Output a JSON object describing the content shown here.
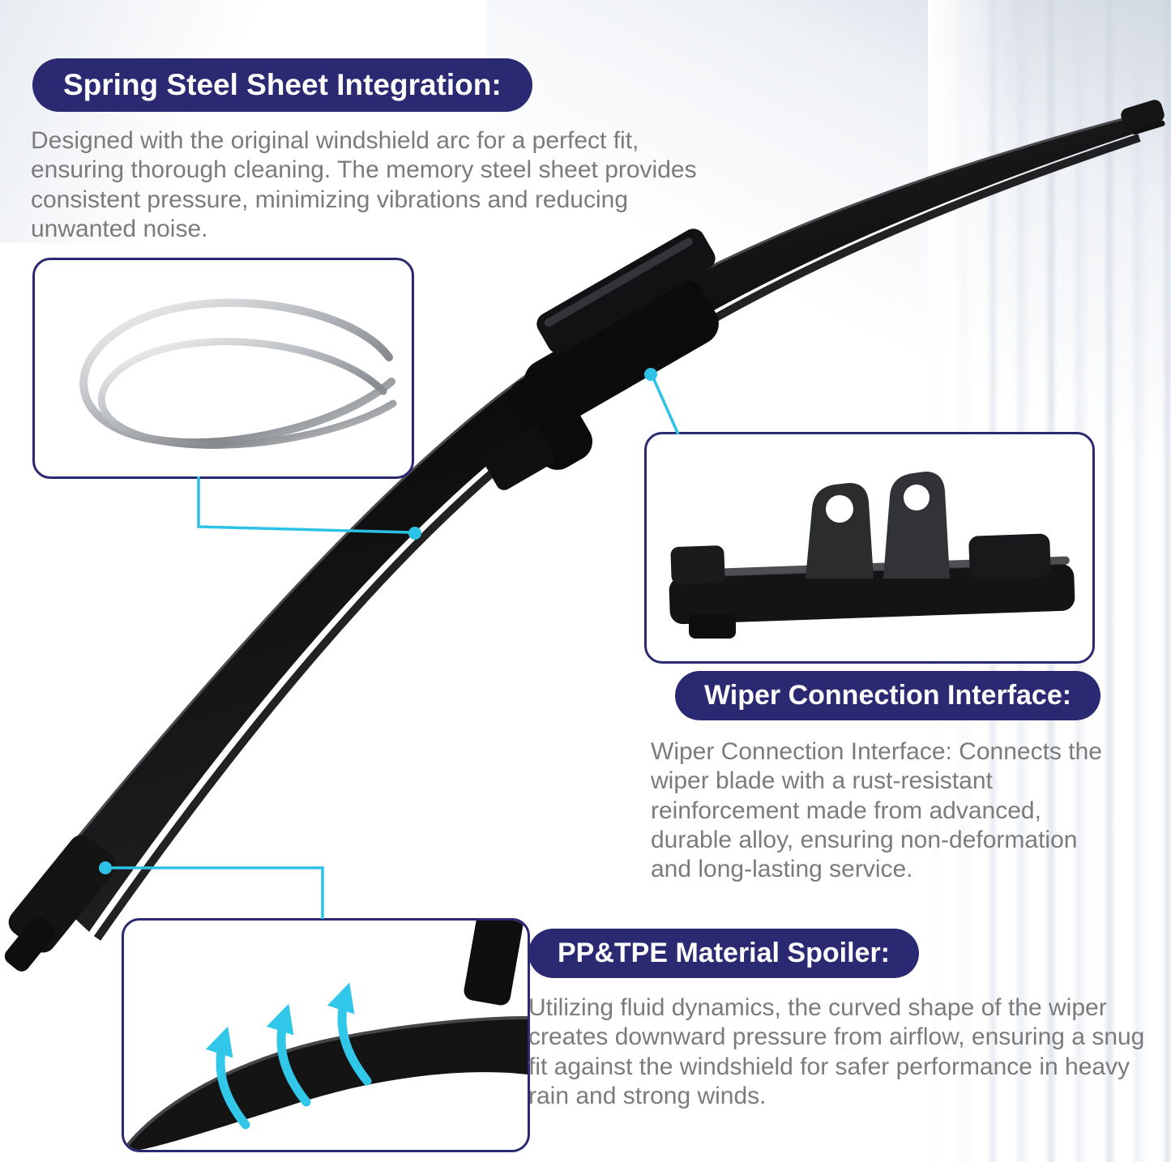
{
  "palette": {
    "navy": "#2c2973",
    "cyan": "#2cc2e6",
    "text_gray": "#7b7b7b",
    "blade_black": "#141415"
  },
  "callouts": {
    "spring_steel": {
      "title": "Spring Steel Sheet Integration:",
      "body": "Designed with the original windshield arc for a perfect fit, ensuring thorough cleaning. The memory steel sheet provides consistent pressure, minimizing vibrations and reducing unwanted noise."
    },
    "connection_interface": {
      "title": "Wiper Connection Interface:",
      "body": "Wiper Connection Interface: Connects the wiper blade with a rust-resistant reinforcement made from advanced, durable alloy, ensuring non-deformation and long-lasting service."
    },
    "spoiler": {
      "title": "PP&TPE Material Spoiler:",
      "body": "Utilizing fluid dynamics, the curved shape of the wiper creates downward pressure from airflow, ensuring a snug fit against the windshield for safer performance in heavy rain and strong winds."
    }
  },
  "images": {
    "wiper_blade": "wiper-blade-product-photo",
    "spring_steel_closeup": "curved-spring-steel-sheets",
    "connection_closeup": "wiper-connector-metal-tabs",
    "spoiler_closeup": "spoiler-cross-section-with-airflow-arrows"
  }
}
